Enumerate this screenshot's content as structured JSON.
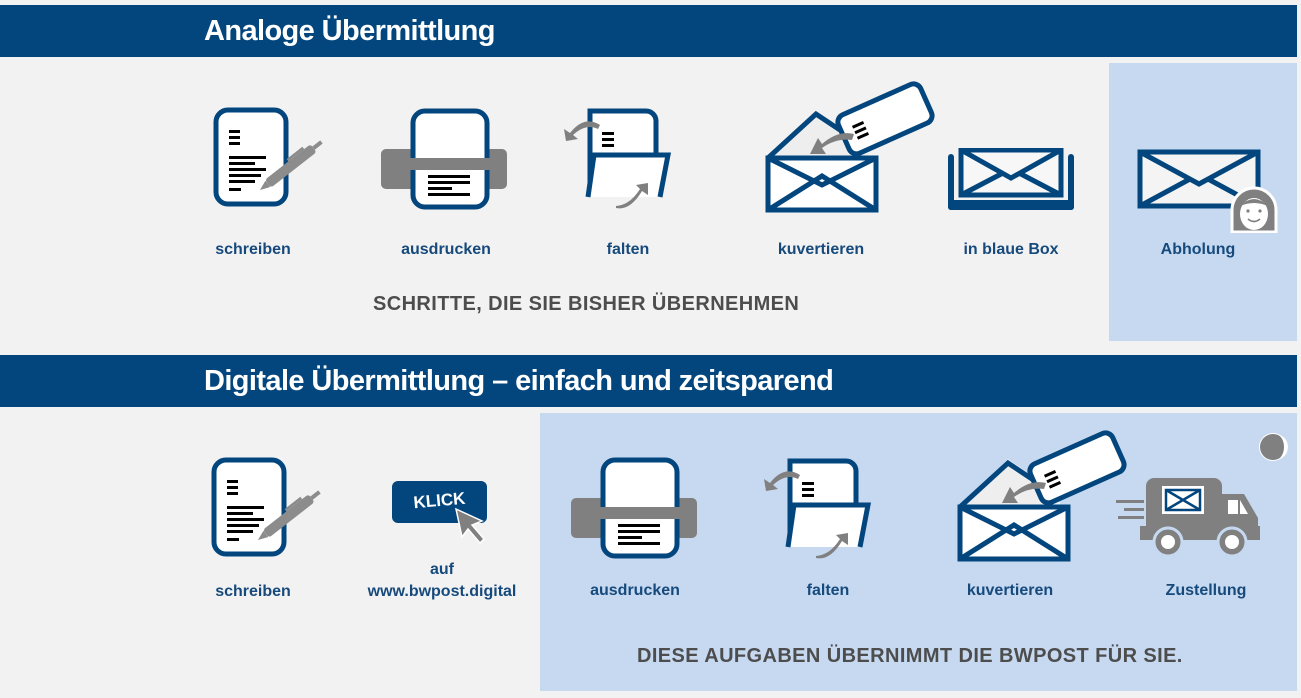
{
  "colors": {
    "banner": "#03467d",
    "background": "#f2f2f2",
    "highlight": "#c6d9f1",
    "label": "#174a7c",
    "caption": "#4d4d4d",
    "icon_gray": "#7f7f7f"
  },
  "analog": {
    "title": "Analoge Übermittlung",
    "steps": [
      {
        "label": "schreiben",
        "icon": "document-pen-icon"
      },
      {
        "label": "ausdrucken",
        "icon": "printer-icon"
      },
      {
        "label": "falten",
        "icon": "fold-paper-icon"
      },
      {
        "label": "kuvertieren",
        "icon": "envelope-insert-icon"
      },
      {
        "label": "in blaue Box",
        "icon": "mailbox-tray-icon"
      },
      {
        "label": "Abholung",
        "icon": "envelope-person-icon",
        "highlighted": true
      }
    ],
    "caption": "SCHRITTE, DIE SIE BISHER ÜBERNEHMEN"
  },
  "digital": {
    "title": "Digitale Übermittlung – einfach und zeitsparend",
    "steps": [
      {
        "label": "schreiben",
        "icon": "document-pen-icon"
      },
      {
        "label_line1": "auf",
        "label_line2": "www.bwpost.digital",
        "icon": "klick-button-icon",
        "button_text": "KLICK"
      },
      {
        "label": "ausdrucken",
        "icon": "printer-icon",
        "highlighted": true
      },
      {
        "label": "falten",
        "icon": "fold-paper-icon",
        "highlighted": true
      },
      {
        "label": "kuvertieren",
        "icon": "envelope-insert-icon",
        "highlighted": true
      },
      {
        "label": "Zustellung",
        "icon": "delivery-truck-icon",
        "highlighted": true
      }
    ],
    "caption": "DIESE AUFGABEN ÜBERNIMMT DIE BWPOST FÜR SIE."
  }
}
